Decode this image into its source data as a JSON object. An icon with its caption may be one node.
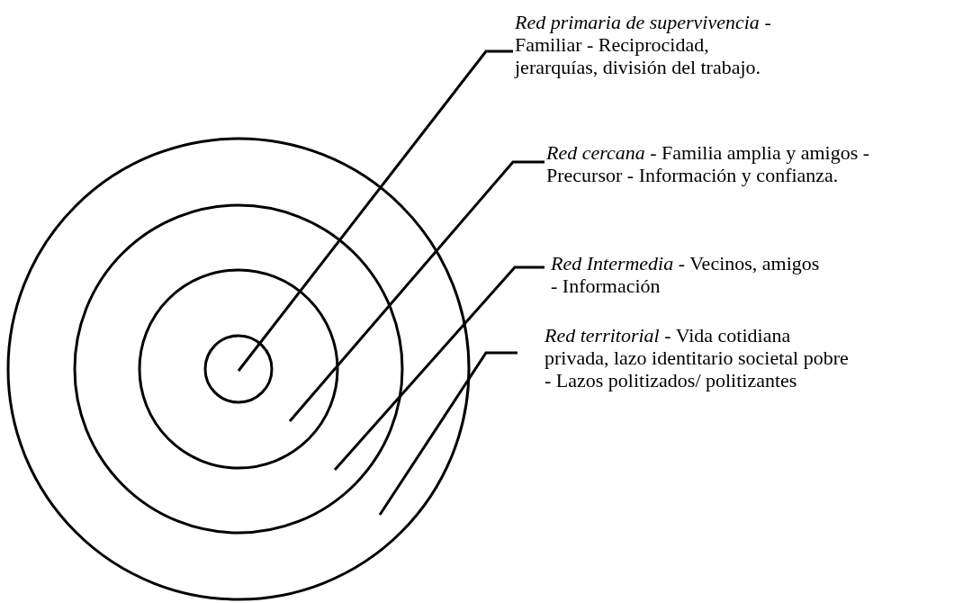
{
  "diagram": {
    "nodes": [
      {
        "text": [],
        "shape": "circle"
      },
      {
        "text": [],
        "shape": "circle",
        "in": 0
      },
      {
        "text": [],
        "shape": "circle",
        "in": 1
      },
      {
        "text": [],
        "shape": "circle",
        "in": 2
      },
      {
        "text": [
          "*Red primaria de supervivencia* - Familiar - Reciprocidad, jerarquías, división del trabajo."
        ]
      },
      {
        "text": [
          "*Red cercana* - Familia amplia y amigos - Precursor - Información y confianza."
        ]
      },
      {
        "text": [
          "*Red Intermedia* -  Vecinos, amigos - Información"
        ]
      },
      {
        "text": [
          "*Red territorial* - Vida cotidiana privada, lazo identitario societal pobre - Lazos politizados/ politizantes"
        ]
      }
    ],
    "edges": [
      {
        "from": 4,
        "to": 3,
        "arrow": "none"
      },
      {
        "from": 5,
        "to": 2,
        "arrow": "none"
      },
      {
        "from": 6,
        "to": 1,
        "arrow": "none"
      },
      {
        "from": 7,
        "to": 0,
        "arrow": "none"
      }
    ]
  }
}
